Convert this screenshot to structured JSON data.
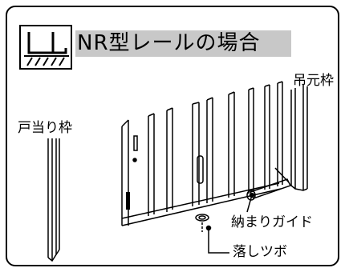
{
  "title": "NR型レールの場合",
  "labels": {
    "top_frame": "吊元枠",
    "door_stop_frame": "戸当り枠",
    "storage_guide": "納まりガイド",
    "drop_bolt_receiver": "落しツボ"
  },
  "colors": {
    "line": "#000000",
    "title_band": "#c8c8c8",
    "background": "#ffffff"
  },
  "icons": {
    "header_icon": "floor-rail-icon"
  }
}
